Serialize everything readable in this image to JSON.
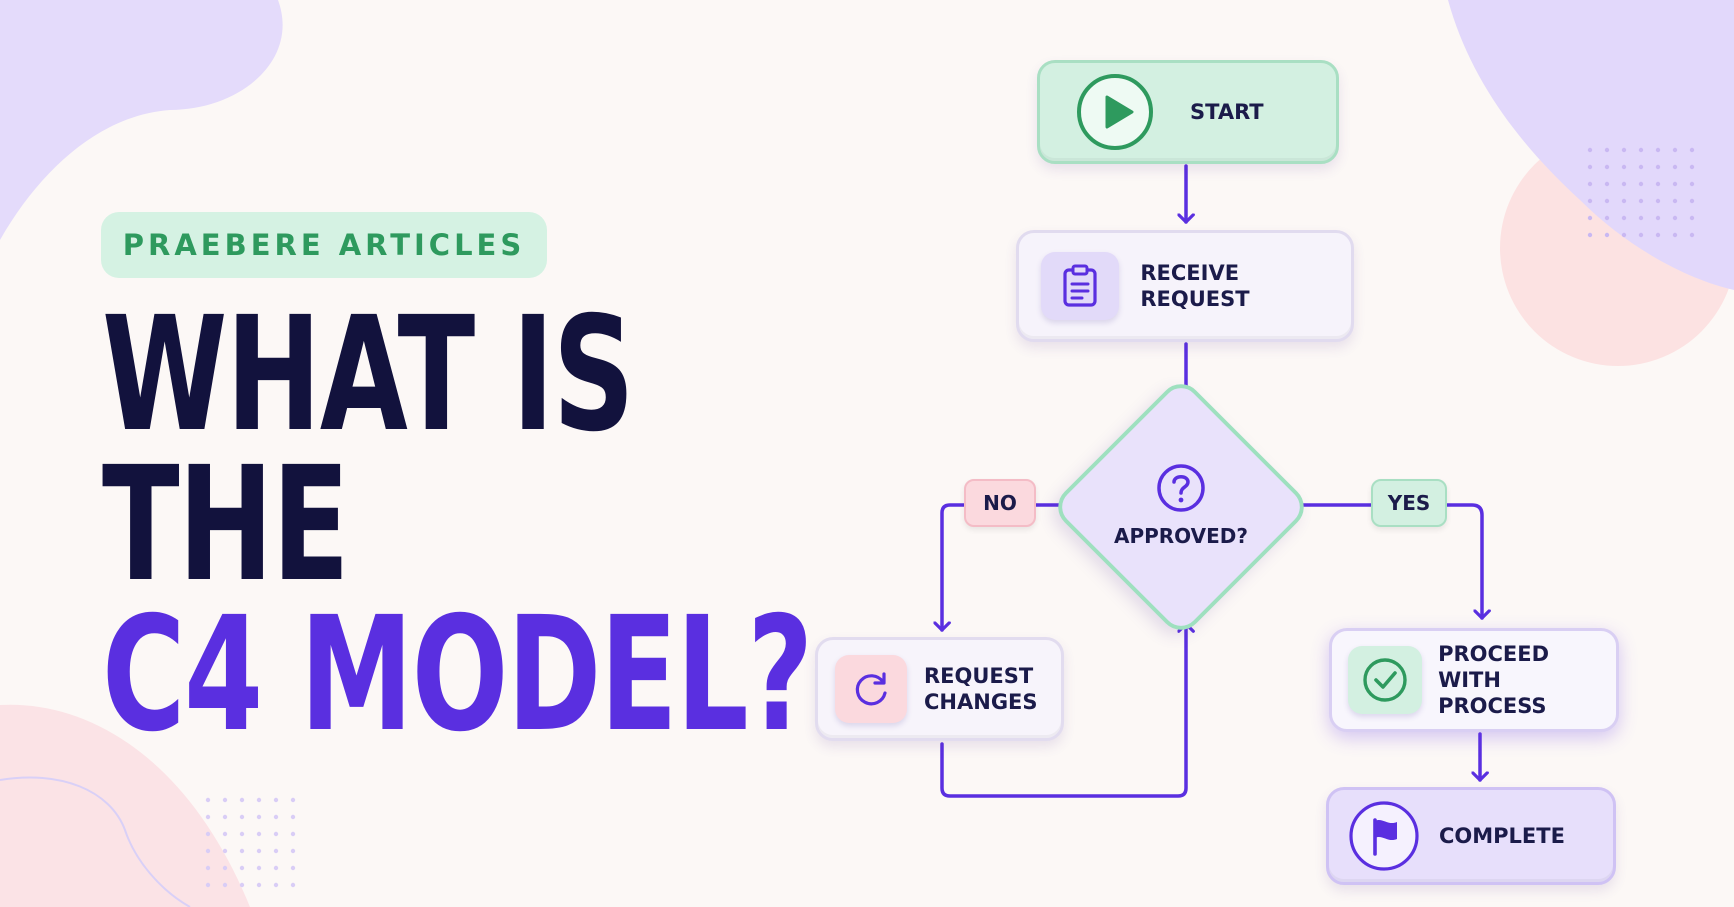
{
  "article": {
    "tag": "PRAEBERE ARTICLES",
    "headline_lines": [
      "WHAT IS",
      "THE"
    ],
    "headline_accent": "C4 MODEL?"
  },
  "flowchart": {
    "start": {
      "label": "START",
      "icon": "play-icon"
    },
    "receive": {
      "label": "RECEIVE REQUEST",
      "icon": "clipboard-icon"
    },
    "decision": {
      "label": "APPROVED?",
      "icon": "question-icon"
    },
    "no_label": "NO",
    "yes_label": "YES",
    "request_changes": {
      "line1": "REQUEST",
      "line2": "CHANGES",
      "icon": "refresh-icon"
    },
    "proceed": {
      "line1": "PROCEED WITH",
      "line2": "PROCESS",
      "icon": "check-circle-icon"
    },
    "complete": {
      "label": "COMPLETE",
      "icon": "flag-icon"
    }
  },
  "colors": {
    "headline_dark": "#12123d",
    "headline_accent": "#5a2fe0",
    "connector": "#5a2fe0",
    "green_fill": "#d3f0e1",
    "pink_fill": "#fbd9de",
    "lavender_fill": "#e7dffb"
  }
}
